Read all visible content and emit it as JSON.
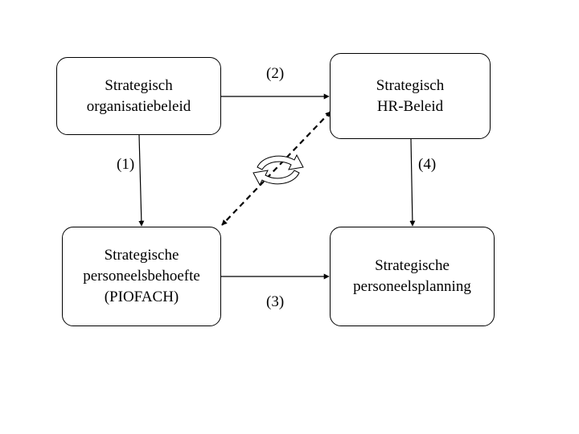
{
  "diagram": {
    "nodes": [
      {
        "id": "organisatiebeleid",
        "lines": [
          "Strategisch",
          "organisatiebeleid"
        ]
      },
      {
        "id": "hr-beleid",
        "lines": [
          "Strategisch",
          "HR-Beleid"
        ]
      },
      {
        "id": "personeelsbehoefte",
        "lines": [
          "Strategische",
          "personeelsbehoefte",
          "(PIOFACH)"
        ]
      },
      {
        "id": "personeelsplanning",
        "lines": [
          "Strategische",
          "personeelsplanning"
        ]
      }
    ],
    "edges": [
      {
        "from": "organisatiebeleid",
        "to": "personeelsbehoefte",
        "label": "(1)",
        "style": "solid"
      },
      {
        "from": "organisatiebeleid",
        "to": "hr-beleid",
        "label": "(2)",
        "style": "solid"
      },
      {
        "from": "personeelsbehoefte",
        "to": "personeelsplanning",
        "label": "(3)",
        "style": "solid"
      },
      {
        "from": "hr-beleid",
        "to": "personeelsplanning",
        "label": "(4)",
        "style": "solid"
      },
      {
        "from": "hr-beleid",
        "to": "personeelsbehoefte",
        "label": "",
        "style": "dashed",
        "bidirectional": true
      }
    ],
    "icons": {
      "cycle": "refresh-cycle-icon"
    },
    "colors": {
      "line": "#000000",
      "box_border": "#000000",
      "background": "#ffffff"
    }
  }
}
